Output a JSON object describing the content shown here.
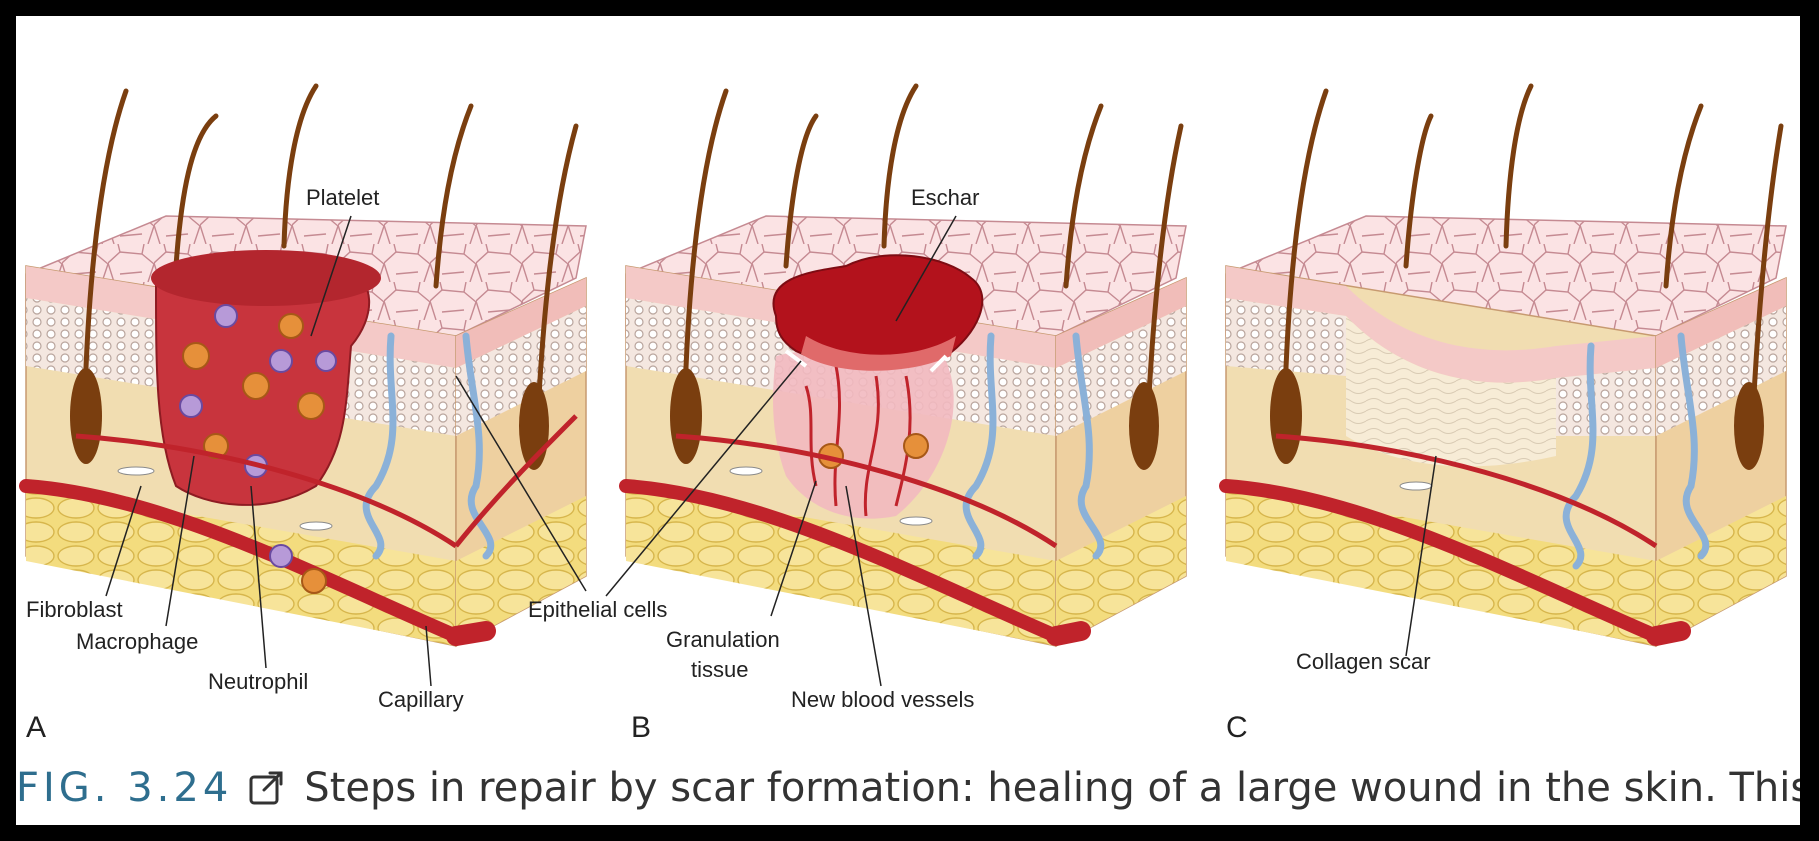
{
  "panels": [
    {
      "letter": "A",
      "labels": {
        "platelet": "Platelet",
        "fibroblast": "Fibroblast",
        "macrophage": "Macrophage",
        "neutrophil": "Neutrophil",
        "capillary": "Capillary"
      }
    },
    {
      "letter": "B",
      "labels": {
        "eschar": "Eschar",
        "epithelial": "Epithelial cells",
        "granulation_1": "Granulation",
        "granulation_2": "tissue",
        "new_vessels": "New blood vessels"
      }
    },
    {
      "letter": "C",
      "labels": {
        "collagen_scar": "Collagen scar"
      }
    }
  ],
  "caption": {
    "figure_number": "FIG. 3.24",
    "icon": "external-link-icon",
    "text": "Steps in repair by scar formation: healing of a large wound in the skin. This is …"
  },
  "colors": {
    "figure_number": "#2e6e8e",
    "blood": "#c0232b",
    "hair": "#7a3e0f",
    "skin_surface": "#f6d3d5",
    "dermis": "#f3dcb0",
    "fat": "#f1d56a"
  }
}
